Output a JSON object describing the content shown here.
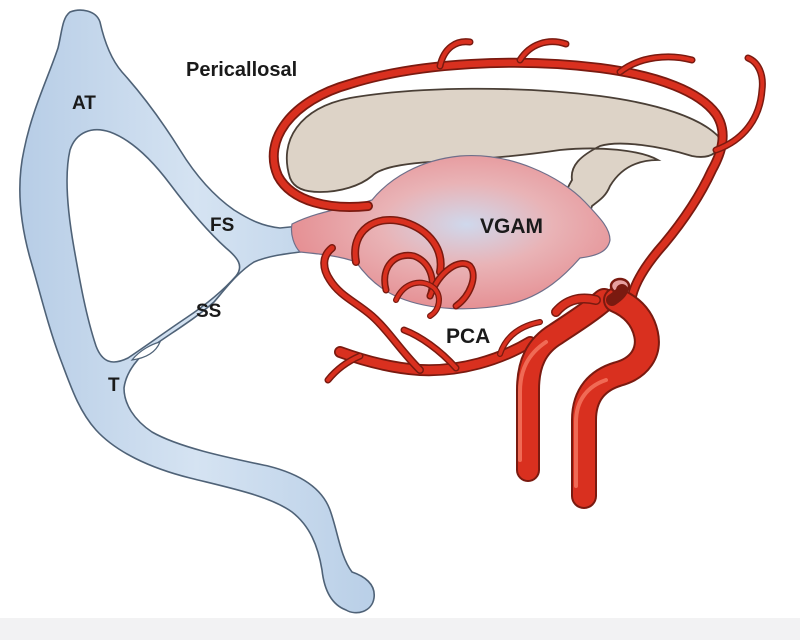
{
  "labels": {
    "pericallosal": "Pericallosal",
    "at": "AT",
    "fs": "FS",
    "ss": "SS",
    "t": "T",
    "vgam": "VGAM",
    "pca": "PCA"
  },
  "colors": {
    "vein_fill": "#c5d8ec",
    "vein_stroke": "#4f6277",
    "artery_fill": "#d9301f",
    "artery_stroke": "#7a1a10",
    "corpus_fill": "#ddd3c7",
    "aneurysm_fill": "#e7a2a8",
    "label_text": "#1a1a1a"
  }
}
